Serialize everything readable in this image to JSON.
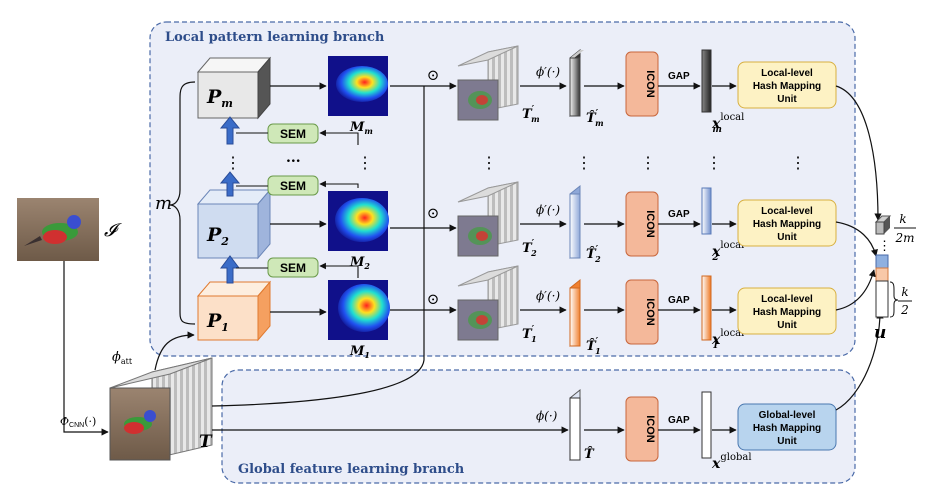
{
  "colors": {
    "branch_fill": "#ebeef8",
    "branch_border": "#4a6aa8",
    "branch_title": "#2e4d8a",
    "icon_fill": "#f4b89a",
    "icon_border": "#c8663c",
    "sem_fill": "#cfe8b8",
    "sem_border": "#6a9a4a",
    "local_unit_fill": "#fdf2c4",
    "local_unit_border": "#d8b040",
    "global_unit_fill": "#b8d4ee",
    "global_unit_border": "#4a78b0",
    "arrow_up": "#3a6cc8"
  },
  "branches": {
    "local_title": "Local pattern learning branch",
    "global_title": "Global feature learning branch"
  },
  "input": {
    "image_label": "𝓘"
  },
  "backbone": {
    "phi_att": "ϕ",
    "phi_att_sub": "att",
    "phi_cnn": "Φ",
    "phi_cnn_sub": "CNN",
    "phi_cnn_arg": "(·)",
    "tensor_label": "T"
  },
  "parts": {
    "m_label": "m",
    "items": [
      {
        "label": "P",
        "sub": "m"
      },
      {
        "label": "P",
        "sub": "2"
      },
      {
        "label": "P",
        "sub": "1"
      }
    ],
    "vdots": "⋮",
    "hdots": "...",
    "sem_label": "SEM"
  },
  "maps": {
    "items": [
      {
        "label": "M",
        "sub": "m"
      },
      {
        "label": "M",
        "sub": "2"
      },
      {
        "label": "M",
        "sub": "1"
      }
    ]
  },
  "operator": "⊙",
  "rows": [
    {
      "phi": "ϕ′(·)",
      "t_label": "T",
      "t_sub": "m",
      "that_label": "T̂",
      "that_sub": "m",
      "icon": "ICON",
      "gap": "GAP",
      "x_label": "x",
      "x_sub": "m",
      "x_sup": "local",
      "unit": [
        "Local-level",
        "Hash Mapping",
        "Unit"
      ]
    },
    {
      "phi": "ϕ′(·)",
      "t_label": "T",
      "t_sub": "2",
      "that_label": "T̂",
      "that_sub": "2",
      "icon": "ICON",
      "gap": "GAP",
      "x_label": "x",
      "x_sub": "2",
      "x_sup": "local",
      "unit": [
        "Local-level",
        "Hash Mapping",
        "Unit"
      ]
    },
    {
      "phi": "ϕ′(·)",
      "t_label": "T",
      "t_sub": "1",
      "that_label": "T̂",
      "that_sub": "1",
      "icon": "ICON",
      "gap": "GAP",
      "x_label": "x",
      "x_sub": "1",
      "x_sup": "local",
      "unit": [
        "Local-level",
        "Hash Mapping",
        "Unit"
      ]
    }
  ],
  "global_row": {
    "phi": "ϕ(·)",
    "that_label": "T̂",
    "icon": "ICON",
    "gap": "GAP",
    "x_label": "x",
    "x_sup": "global",
    "unit": [
      "Global-level",
      "Hash Mapping",
      "Unit"
    ]
  },
  "output": {
    "u_label": "u",
    "top_frac_num": "k",
    "top_frac_den": "2m",
    "bot_frac_num": "k",
    "bot_frac_den": "2",
    "vdots": "⋮"
  }
}
